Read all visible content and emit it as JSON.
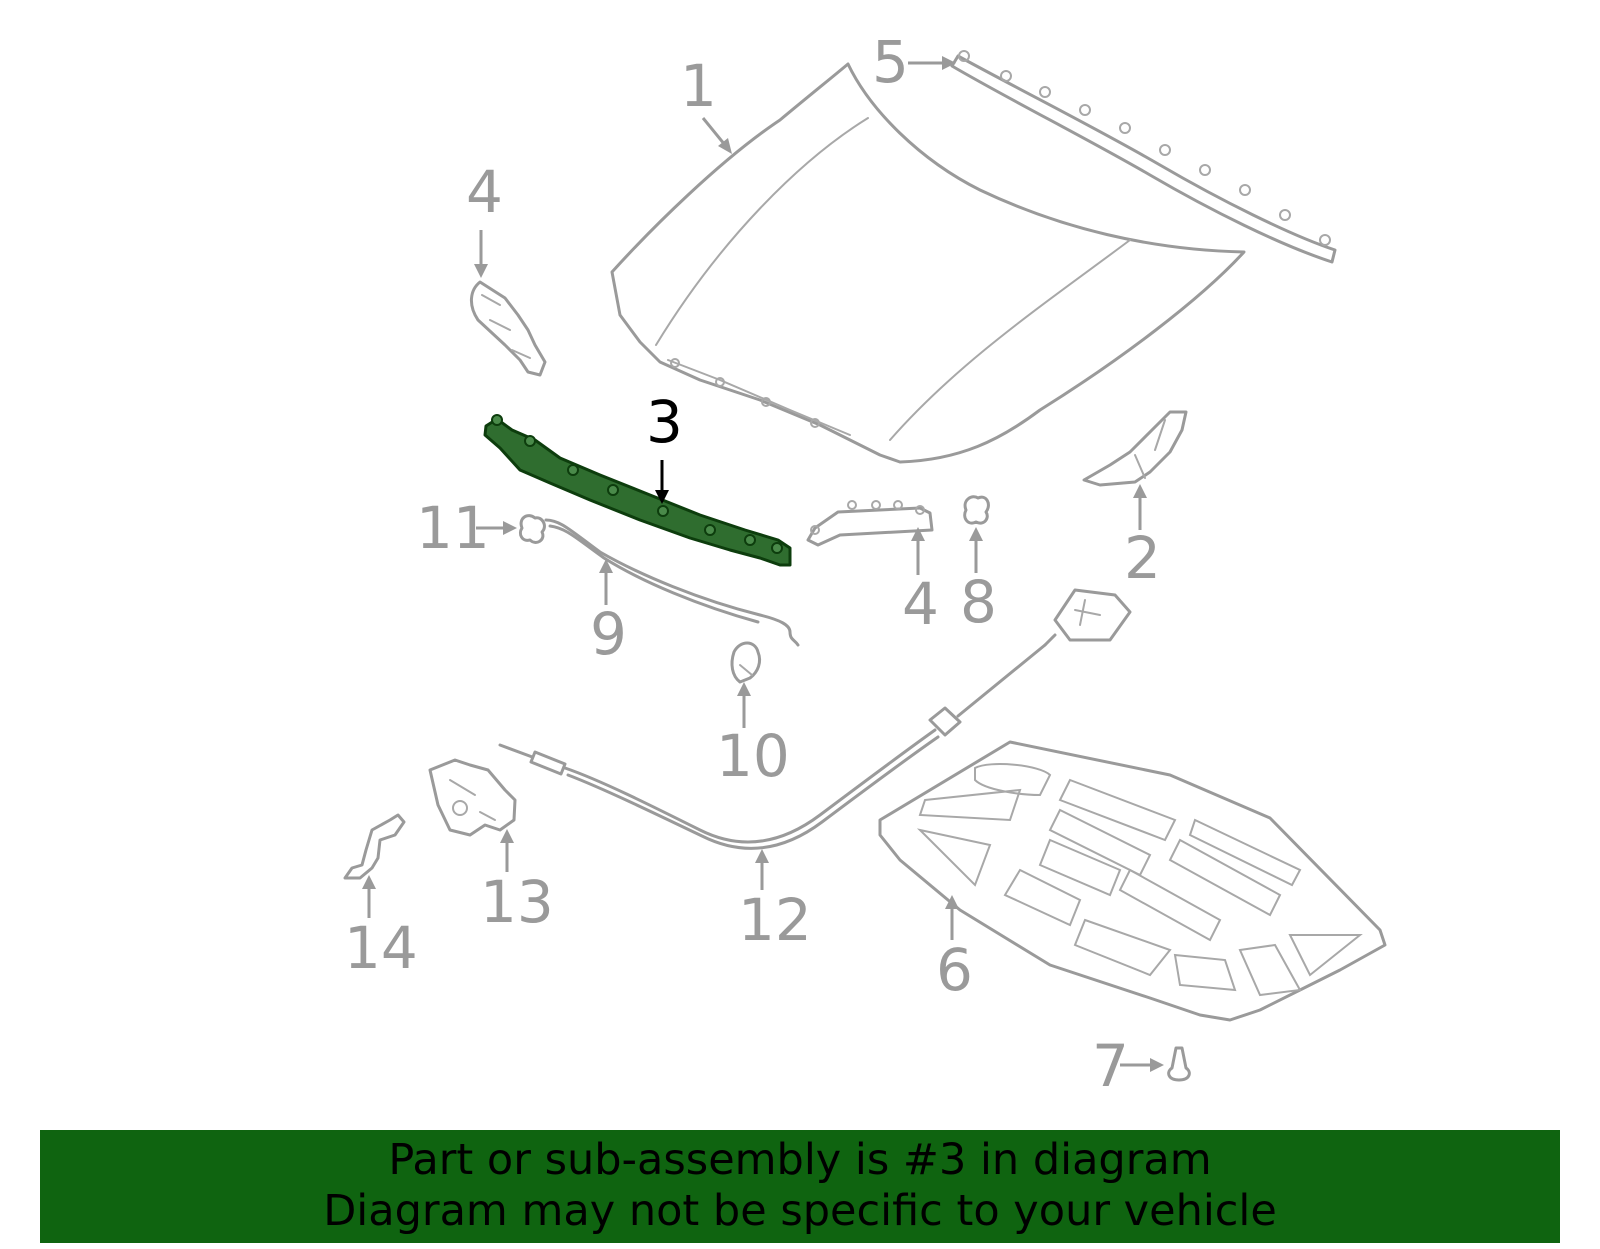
{
  "banner": {
    "line1": "Part or sub-assembly is #3 in diagram",
    "line2": "Diagram may not be specific to your vehicle",
    "background_color": "#0f6410"
  },
  "highlight": {
    "part_number": "3",
    "color": "#1f6b1f"
  },
  "callouts": {
    "c1": "1",
    "c2": "2",
    "c3": "3",
    "c4a": "4",
    "c4b": "4",
    "c5": "5",
    "c6": "6",
    "c7": "7",
    "c8": "8",
    "c9": "9",
    "c10": "10",
    "c11": "11",
    "c12": "12",
    "c13": "13",
    "c14": "14"
  }
}
